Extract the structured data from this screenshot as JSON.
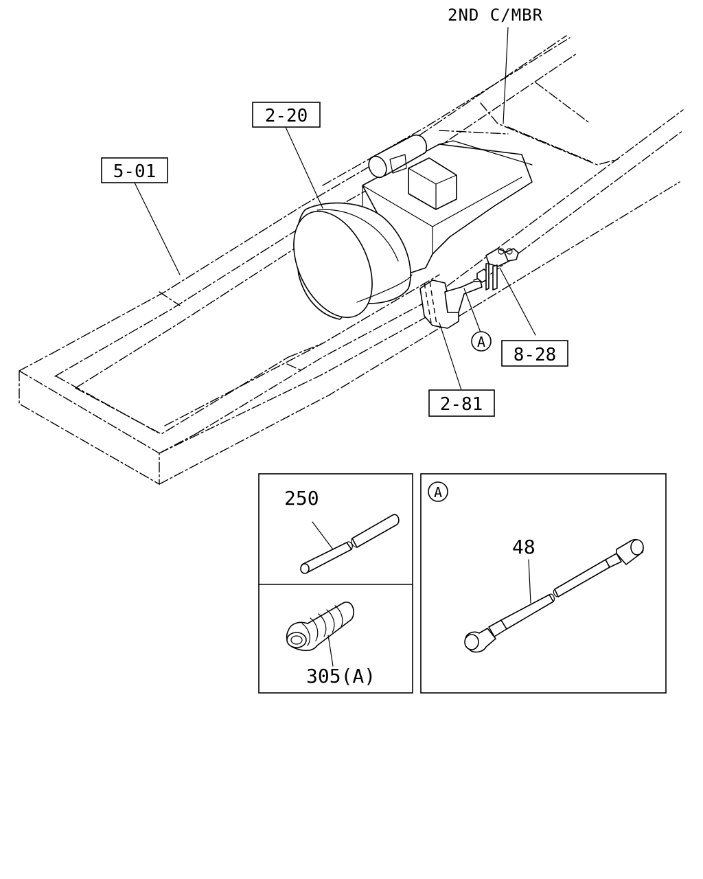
{
  "labels": {
    "cross_member": "2ND C/MBR",
    "ref_5_01": "5-01",
    "ref_2_20": "2-20",
    "ref_2_81": "2-81",
    "ref_8_28": "8-28",
    "callout_a": "A",
    "part_250": "250",
    "part_305": "305(A)",
    "detail_a_mark": "A",
    "part_48": "48"
  }
}
